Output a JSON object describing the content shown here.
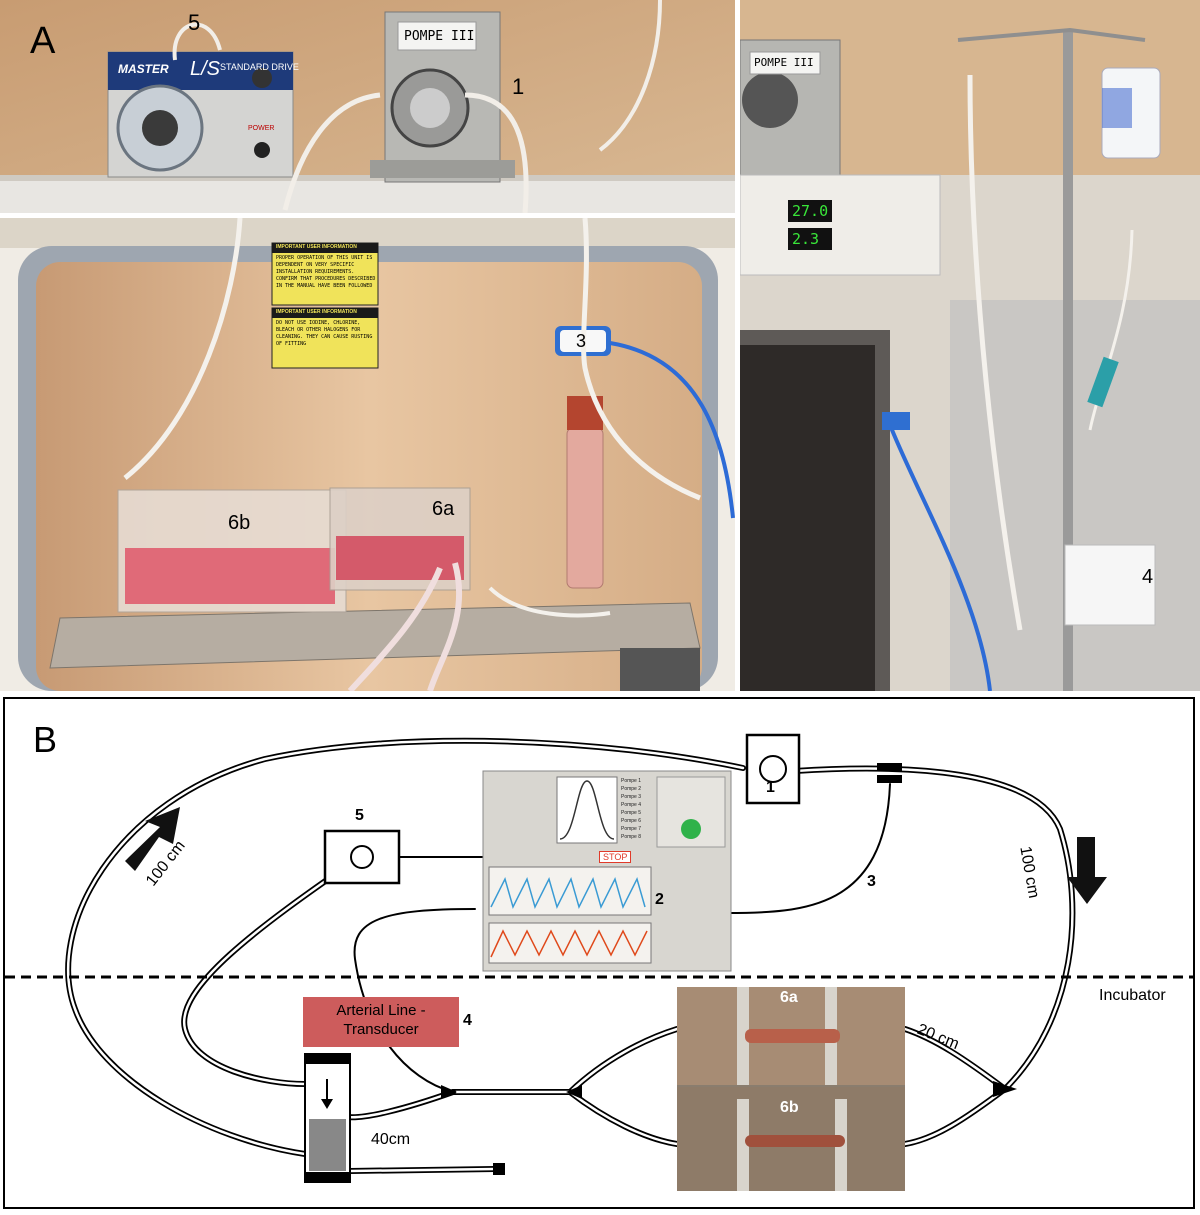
{
  "panel_a": {
    "label": "A",
    "photo_labels": {
      "pump_1": "1",
      "pump_5": "5",
      "sensor_3": "3",
      "chamber_6a": "6a",
      "chamber_6b": "6b",
      "transducer_4": "4"
    },
    "pump_tag": "POMPE III",
    "pump_brand": "MASTER",
    "pump_model": "L/S",
    "pump_drive": "STANDARD DRIVE",
    "pump_power": "POWER",
    "warning_title_1": "IMPORTANT USER INFORMATION",
    "warning_text_1": "PROPER OPERATION OF THIS UNIT IS DEPENDENT ON VERY SPECIFIC INSTALLATION REQUIREMENTS. CONFIRM THAT PROCEDURES DESCRIBED IN THE MANUAL HAVE BEEN FOLLOWED",
    "warning_title_2": "IMPORTANT USER INFORMATION",
    "warning_text_2": "DO NOT USE IODINE, CHLORINE, BLEACH OR OTHER HALOGENS FOR CLEANING. THEY CAN CAUSE RUSTING OF FITTING",
    "incubator_readout_temp": "27.0",
    "incubator_readout_co2": "2.3"
  },
  "panel_b": {
    "label": "B",
    "component_labels": {
      "pump_1": "1",
      "monitor_2": "2",
      "sensor_3": "3",
      "transducer_4": "4",
      "pump_5": "5",
      "chamber_6a": "6a",
      "chamber_6b": "6b"
    },
    "transducer_box": "Arterial Line - Transducer",
    "incubator_label": "Incubator",
    "lengths": {
      "left_tube": "100 cm",
      "right_tube": "100 cm",
      "branch": "20 cm",
      "reservoir": "40cm"
    },
    "screen": {
      "stop": "STOP",
      "pump_list": [
        "Pompe 1",
        "Pompe 2",
        "Pompe 3",
        "Pompe 4",
        "Pompe 5",
        "Pompe 6",
        "Pompe 7",
        "Pompe 8"
      ]
    }
  },
  "colors": {
    "transducer_box": "#cd5c5c",
    "photo_bench_wall": "#c9a37a",
    "incubator_interior": "#e3bb96",
    "tubing_blue": "#2d6bd6",
    "warning_label": "#f0e35a"
  }
}
